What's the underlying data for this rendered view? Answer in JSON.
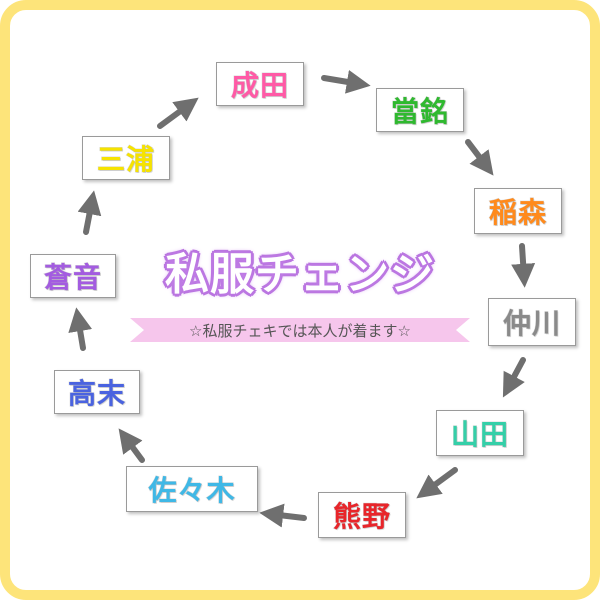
{
  "title": "私服チェンジ",
  "subtitle": "☆私服チェキでは本人が着ます☆",
  "colors": {
    "frame": "#fde47a",
    "arrow": "#6f6f6f",
    "title_glow": "#b771de",
    "ribbon": "#f6c6ec"
  },
  "members": [
    {
      "name": "成田",
      "color": "#ff5aa6"
    },
    {
      "name": "當銘",
      "color": "#2fb92f"
    },
    {
      "name": "稲森",
      "color": "#ff8a1c"
    },
    {
      "name": "仲川",
      "color": "#8a8a8a"
    },
    {
      "name": "山田",
      "color": "#34cfa8"
    },
    {
      "name": "熊野",
      "color": "#e8252a"
    },
    {
      "name": "佐々木",
      "color": "#3fb8e6"
    },
    {
      "name": "高末",
      "color": "#4a63e0"
    },
    {
      "name": "蒼音",
      "color": "#a35ce0"
    },
    {
      "name": "三浦",
      "color": "#f6e300"
    }
  ]
}
